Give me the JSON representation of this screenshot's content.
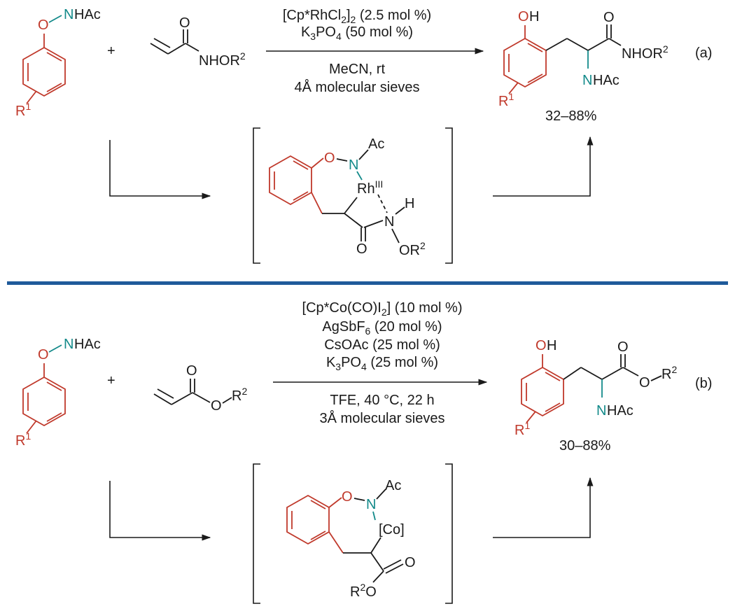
{
  "colors": {
    "aryl": "#c0392b",
    "nitrogen": "#138a8a",
    "divider": "#1f5a9a",
    "ink": "#1a1a1a"
  },
  "common": {
    "plus": "+",
    "nhac": "NHAc",
    "n": "N",
    "hac": "HAc",
    "o": "O",
    "oh_o": "O",
    "oh_h": "H",
    "r1": "R",
    "r1_sup": "1",
    "r2_sup": "2",
    "ac": "Ac",
    "h": "H"
  },
  "scheme_a": {
    "acrylamide_o": "O",
    "acrylamide_nhor": "NHOR",
    "conditions_line1_pre": "[Cp*RhCl",
    "conditions_line1_sub1": "2",
    "conditions_line1_mid": "]",
    "conditions_line1_sub2": "2",
    "conditions_line1_post": " (2.5 mol %)",
    "conditions_line2_pre": "K",
    "conditions_line2_sub1": "3",
    "conditions_line2_mid": "PO",
    "conditions_line2_sub2": "4",
    "conditions_line2_post": " (50 mol %)",
    "conditions_line3": "MeCN, rt",
    "conditions_line4": "4Å molecular sieves",
    "product_amide_o": "O",
    "product_nhor": "NHOR",
    "yield": "32–88%",
    "tag": "(a)",
    "int_metal": "Rh",
    "int_metal_sup": "III",
    "int_o": "O",
    "int_or": "OR"
  },
  "scheme_b": {
    "acrylate_o": "O",
    "acrylate_or": "O",
    "acrylate_r": "R",
    "conditions_line1_pre": "[Cp*Co(CO)I",
    "conditions_line1_sub": "2",
    "conditions_line1_post": "] (10 mol %)",
    "conditions_line2_pre": "AgSbF",
    "conditions_line2_sub": "6",
    "conditions_line2_post": " (20 mol %)",
    "conditions_line3": "CsOAc (25 mol %)",
    "conditions_line4_pre": "K",
    "conditions_line4_sub1": "3",
    "conditions_line4_mid": "PO",
    "conditions_line4_sub2": "4",
    "conditions_line4_post": " (25 mol %)",
    "conditions_line5": "TFE, 40 °C, 22 h",
    "conditions_line6": "3Å molecular sieves",
    "product_ester_o": "O",
    "product_o": "O",
    "product_r": "R",
    "yield": "30–88%",
    "tag": "(b)",
    "int_metal": "[Co]",
    "int_ester_o": "O",
    "int_r": "R",
    "int_o": "O"
  }
}
